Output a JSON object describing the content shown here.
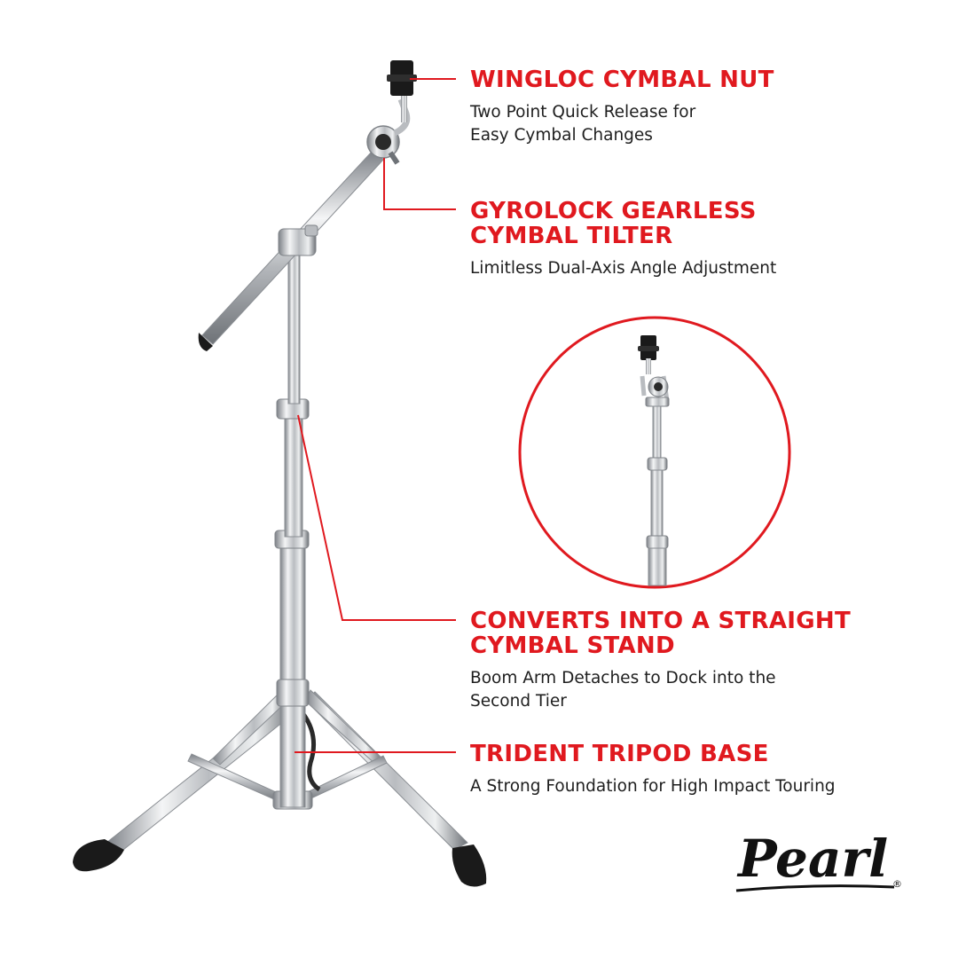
{
  "colors": {
    "accent": "#e0191f",
    "text": "#1e1e1e",
    "chrome": "#c9ccd0",
    "rubber": "#1a1a1a"
  },
  "features": [
    {
      "title_lines": [
        "WINGLOC CYMBAL NUT"
      ],
      "desc_lines": [
        "Two Point Quick Release for",
        "Easy Cymbal Changes"
      ]
    },
    {
      "title_lines": [
        "GYROLOCK GEARLESS",
        "CYMBAL TILTER"
      ],
      "desc_lines": [
        "Limitless Dual-Axis Angle Adjustment"
      ]
    },
    {
      "title_lines": [
        "CONVERTS INTO A STRAIGHT",
        "CYMBAL STAND"
      ],
      "desc_lines": [
        "Boom Arm Detaches to Dock into the",
        "Second Tier"
      ]
    },
    {
      "title_lines": [
        "TRIDENT TRIPOD BASE"
      ],
      "desc_lines": [
        "A Strong Foundation for High Impact Touring"
      ]
    }
  ],
  "brand": {
    "logo_text": "Pearl",
    "registered_mark": "®"
  },
  "icons": {
    "product": "boom-cymbal-stand-image",
    "inset": "straight-cymbal-stand-image"
  }
}
